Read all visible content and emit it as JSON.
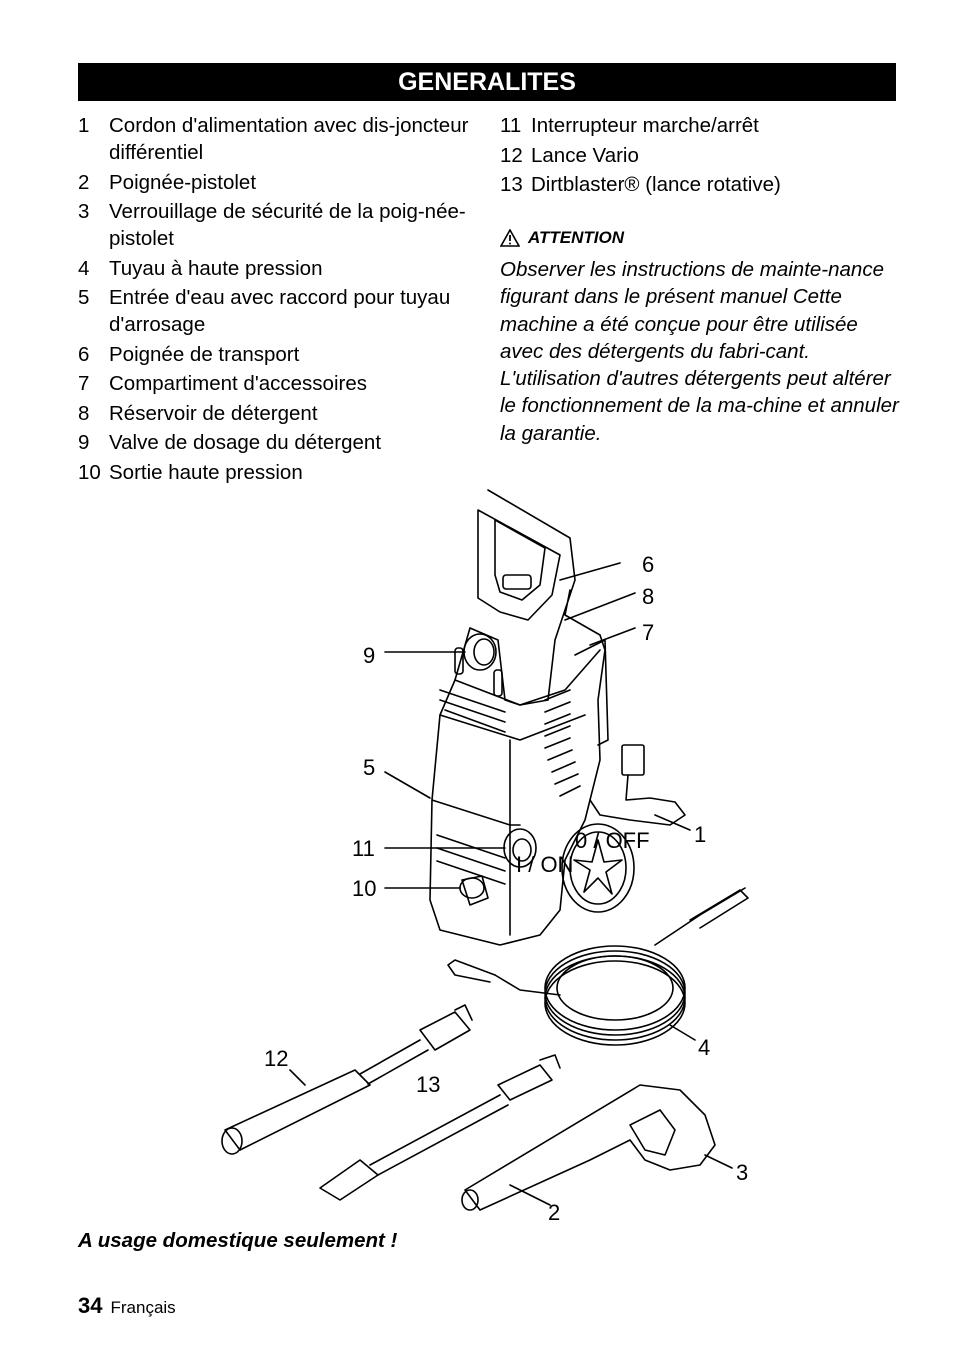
{
  "header": {
    "title": "GENERALITES"
  },
  "parts_list_left": [
    {
      "num": "1",
      "text": "Cordon d'alimentation avec dis-joncteur différentiel"
    },
    {
      "num": "2",
      "text": "Poignée-pistolet"
    },
    {
      "num": "3",
      "text": "Verrouillage de sécurité de la poig-née-pistolet"
    },
    {
      "num": "4",
      "text": "Tuyau à haute pression"
    },
    {
      "num": "5",
      "text": "Entrée d'eau avec raccord pour tuyau d'arrosage"
    },
    {
      "num": "6",
      "text": "Poignée de transport"
    },
    {
      "num": "7",
      "text": "Compartiment d'accessoires"
    },
    {
      "num": "8",
      "text": "Réservoir de détergent"
    },
    {
      "num": "9",
      "text": "Valve de dosage du détergent"
    },
    {
      "num": "10",
      "text": "Sortie haute pression"
    }
  ],
  "parts_list_right": [
    {
      "num": "11",
      "text": "Interrupteur marche/arrêt"
    },
    {
      "num": "12",
      "text": "Lance Vario"
    },
    {
      "num": "13",
      "text": "Dirtblaster® (lance rotative)"
    }
  ],
  "attention": {
    "heading": "ATTENTION",
    "icon": "warning-triangle-icon",
    "text": "Observer les instructions de mainte-nance figurant dans le présent manuel Cette machine a été conçue pour être utilisée avec des détergents du fabri-cant. L'utilisation d'autres détergents peut altérer le fonctionnement de la ma-chine et annuler la garantie."
  },
  "figure": {
    "callouts": [
      "6",
      "8",
      "7",
      "9",
      "5",
      "1",
      "11",
      "10",
      "4",
      "12",
      "13",
      "3",
      "2"
    ],
    "switch_labels": {
      "off": "0 / OFF",
      "on": "I / ON"
    }
  },
  "note": "A usage domestique seulement !",
  "footer": {
    "page": "34",
    "language": "Français"
  }
}
